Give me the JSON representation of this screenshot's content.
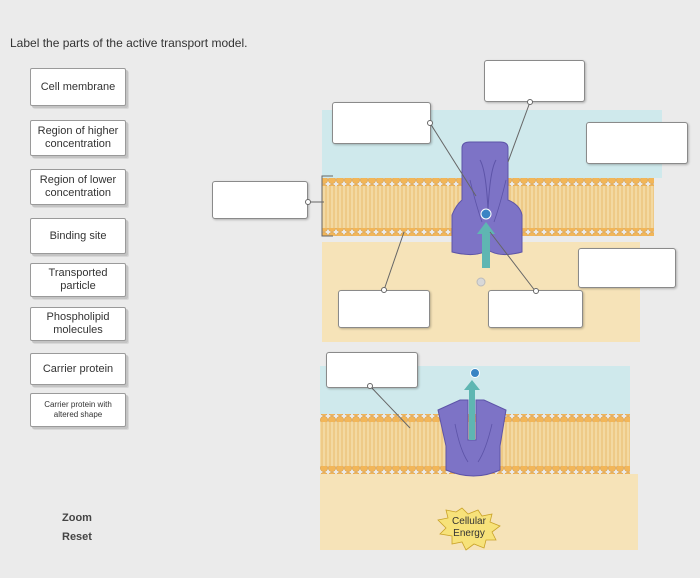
{
  "prompt": "Label the parts of the active transport model.",
  "labels": [
    "Cell membrane",
    "Region of higher concentration",
    "Region of lower concentration",
    "Binding site",
    "Transported particle",
    "Phospholipid molecules",
    "Carrier protein",
    "Carrier protein with altered shape"
  ],
  "controls": {
    "zoom": "Zoom",
    "reset": "Reset"
  },
  "diagram": {
    "energy_line1": "Cellular",
    "energy_line2": "Energy"
  },
  "colors": {
    "upper_region": "#cfe9ec",
    "lower_region": "#f6e3b8",
    "membrane": "#f2b659",
    "protein": "#7d73c6",
    "arrow": "#5fb6b2",
    "particle": "#3a84c4"
  }
}
